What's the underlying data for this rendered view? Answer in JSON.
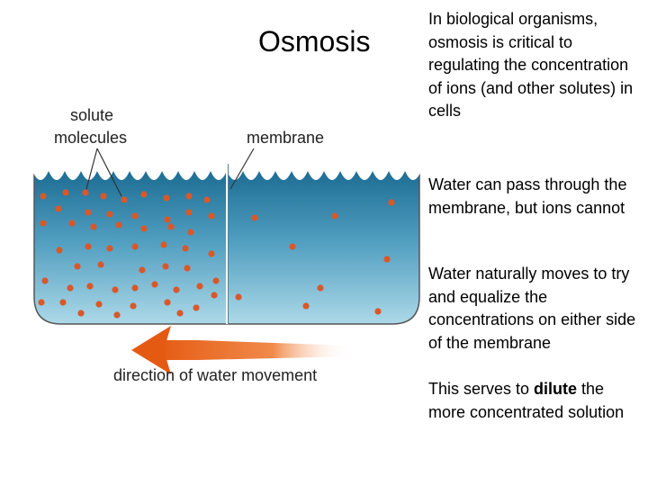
{
  "title": "Osmosis",
  "diagram": {
    "label_solute_line1": "solute",
    "label_solute_line2": "molecules",
    "label_membrane": "membrane",
    "label_arrow": "direction of water movement"
  },
  "bullets": [
    {
      "text": "In biological organisms, osmosis is critical to regulating the concentration of ions (and other solutes) in cells"
    },
    {
      "text": "Water can pass through the membrane, but ions cannot"
    },
    {
      "text": "Water naturally moves to try and equalize the concentrations on either side of the membrane"
    },
    {
      "before": "This serves to ",
      "bold": "dilute",
      "after": " the more concentrated solution"
    }
  ],
  "colors": {
    "water_top": "#1e6f96",
    "water_bottom": "#a9d7e6",
    "molecule": "#d95a2b",
    "arrow": "#e8641e",
    "tank_outline": "#555555"
  }
}
